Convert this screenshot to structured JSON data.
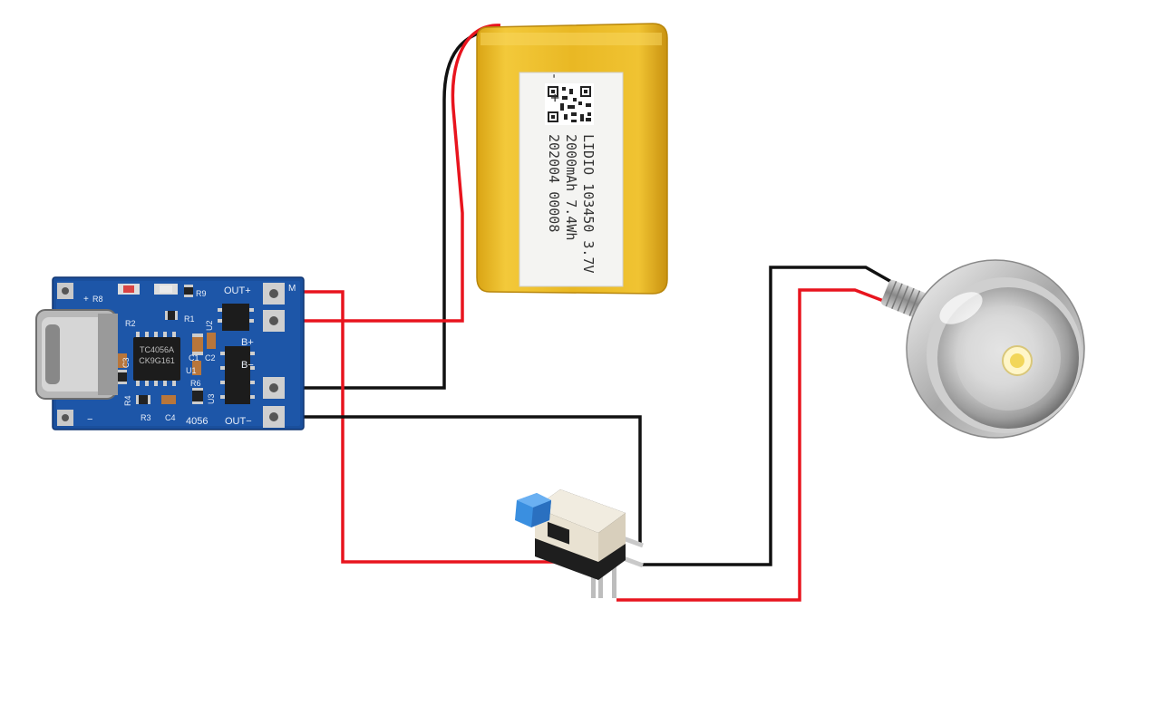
{
  "colors": {
    "wire_red": "#e8141e",
    "wire_black": "#111111",
    "pcb_blue": "#1a4f9c",
    "battery_gold": "#e6b21c",
    "switch_cap": "#3a8fe0"
  },
  "board": {
    "chip_line1": "TC4056A",
    "chip_line2": "CK9G161",
    "model": "4056",
    "pins": {
      "out_plus": "OUT+",
      "b_plus": "B+",
      "b_minus": "B−",
      "out_minus": "OUT−",
      "minus": "M"
    },
    "silk": {
      "plus": "+",
      "minus": "−",
      "r8": "R8",
      "r9": "R9",
      "r2": "R2",
      "r1": "R1",
      "r3": "R3",
      "c4": "C4",
      "r4": "R4",
      "c1": "C1",
      "c2": "C2",
      "c3": "C3",
      "u1": "U1",
      "u2": "U2",
      "u3": "U3",
      "r6": "R6"
    }
  },
  "battery": {
    "minus_mark": "-",
    "plus_mark": "+",
    "label_lines": [
      "LIDIO 103450 3.7V",
      "2000mAh 7.4Wh",
      "202004 00008"
    ]
  },
  "components": {
    "charger": "charger-board",
    "battery": "lipo-battery",
    "switch": "push-switch",
    "led": "led-lamp"
  }
}
